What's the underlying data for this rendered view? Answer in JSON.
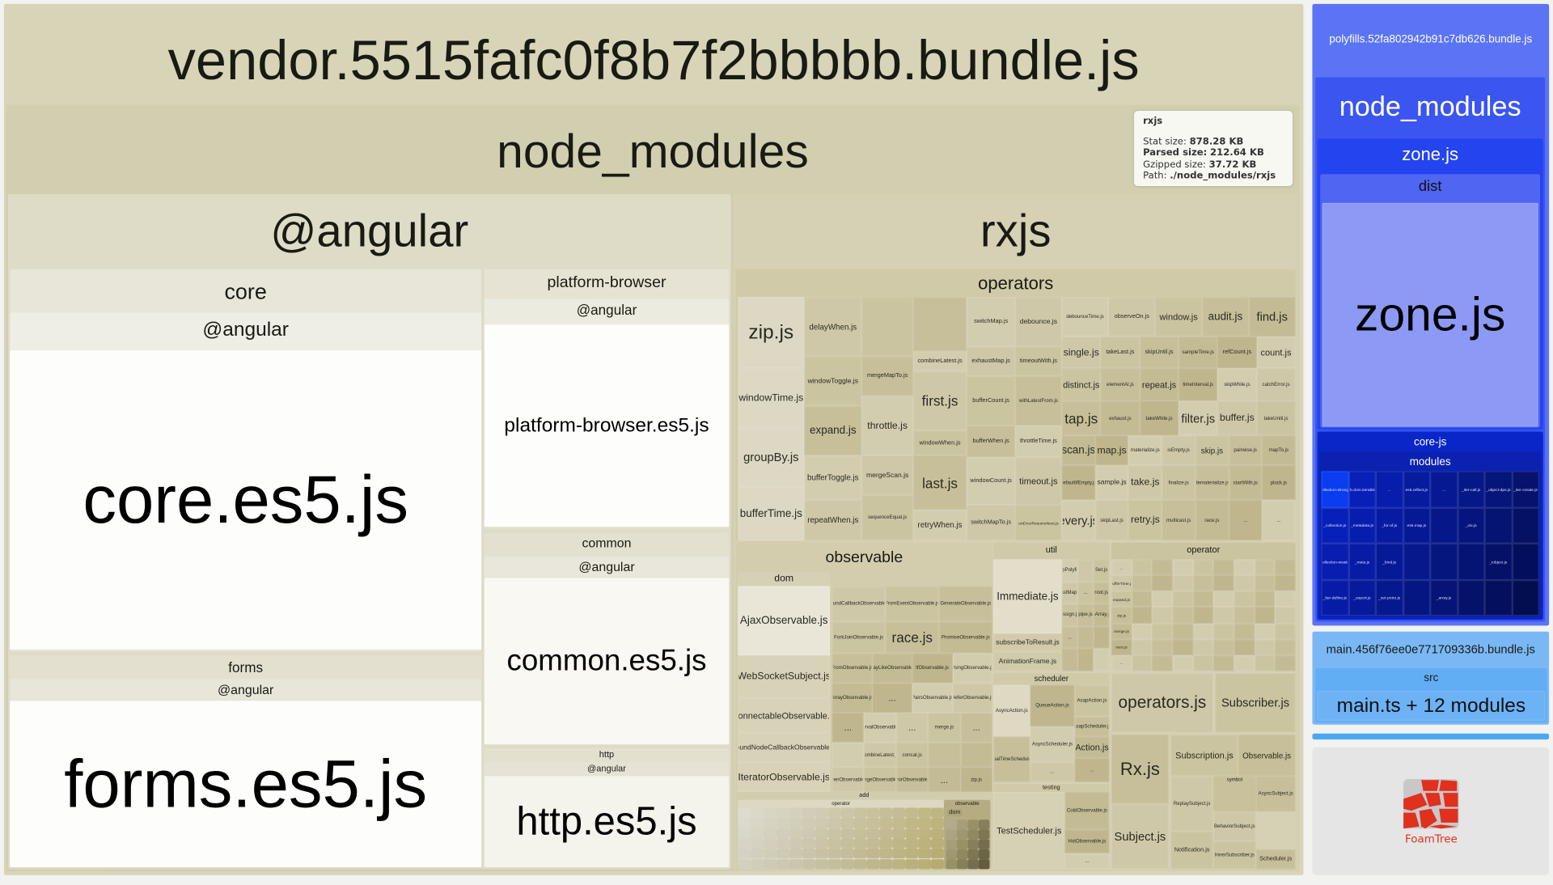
{
  "vendor": {
    "title": "vendor.5515fafc0f8b7f2bbbbb.bundle.js",
    "node_modules": "node_modules",
    "angular": {
      "title": "@angular",
      "core": {
        "title": "core",
        "scope": "@angular",
        "file": "core.es5.js"
      },
      "forms": {
        "title": "forms",
        "scope": "@angular",
        "file": "forms.es5.js"
      },
      "platform_browser": {
        "title": "platform-browser",
        "scope": "@angular",
        "file": "platform-browser.es5.js"
      },
      "common": {
        "title": "common",
        "scope": "@angular",
        "file": "common.es5.js"
      },
      "http": {
        "title": "http",
        "scope": "@angular",
        "file": "http.es5.js"
      }
    },
    "rxjs": {
      "title": "rxjs",
      "operators": {
        "title": "operators",
        "columns": [
          [
            "zip.js",
            "windowTime.js",
            "groupBy.js",
            "bufferTime.js"
          ],
          [
            "delayWhen.js",
            "windowToggle.js",
            "expand.js",
            "bufferToggle.js",
            "repeatWhen.js"
          ],
          [
            "",
            "mergeMapTo.js",
            "throttle.js",
            "mergeScan.js",
            "sequenceEqual.js"
          ],
          [
            "",
            "combineLatest.js",
            "first.js",
            "windowWhen.js",
            "last.js",
            "retryWhen.js"
          ],
          [
            "switchMap.js",
            "exhaustMap.js",
            "bufferCount.js",
            "bufferWhen.js",
            "windowCount.js",
            "switchMapTo.js"
          ],
          [
            "debounce.js",
            "timeoutWith.js",
            "withLatestFrom.js",
            "throttleTime.js",
            "timeout.js",
            "onErrorResumeNext.js"
          ]
        ],
        "rows": [
          [
            "debounceTime.js",
            "observeOn.js",
            "window.js",
            "audit.js",
            "find.js"
          ],
          [
            "single.js",
            "takeLast.js",
            "skipUntil.js",
            "sampleTime.js",
            "refCount.js",
            "count.js"
          ],
          [
            "distinct.js",
            "elementAt.js",
            "repeat.js",
            "timeInterval.js",
            "skipWhile.js",
            "catchError.js"
          ],
          [
            "tap.js",
            "exhaust.js",
            "takeWhile.js",
            "filter.js",
            "buffer.js",
            "takeUntil.js"
          ],
          [
            "scan.js",
            "map.js",
            "materialize.js",
            "isEmpty.js",
            "skip.js",
            "pairwise.js",
            "mapTo.js"
          ],
          [
            "defaultIfEmpty.js",
            "sample.js",
            "take.js",
            "finalize.js",
            "dematerialize.js",
            "startWith.js",
            "pluck.js"
          ],
          [
            "every.js",
            "skipLast.js",
            "retry.js",
            "multicast.js",
            "race.js",
            "...",
            "..."
          ]
        ]
      },
      "observable": {
        "title": "observable",
        "dom": {
          "title": "dom",
          "files": [
            "AjaxObservable.js",
            "WebSocketSubject.js",
            "ConnectableObservable.js",
            "BoundNodeCallbackObservable.js",
            "IteratorObservable.js"
          ]
        },
        "rows": [
          [
            "BoundCallbackObservable.js",
            "FromEventObservable.js",
            "GenerateObservable.js"
          ],
          [
            "ForkJoinObservable.js",
            "race.js",
            "PromiseObservable.js"
          ],
          [
            "FromObservable.js",
            "ArrayLikeObservable.js",
            "IfObservable.js",
            "UsingObservable.js"
          ],
          [
            "ArrayObservable.js",
            "...",
            "PairsObservable.js",
            "DeferObservable.js"
          ],
          [
            "...",
            "IntervalObservable.js",
            "...",
            "merge.js",
            "..."
          ],
          [
            "",
            "combineLatest.js",
            "concat.js",
            "",
            ""
          ],
          [
            "TimerObservable.js",
            "RangeObservable.js",
            "ErrorObservable.js",
            "...",
            "zip.js"
          ]
        ]
      },
      "add": {
        "title": "add",
        "operator": "operator",
        "observable": "observable",
        "dom": "dom"
      },
      "util": {
        "title": "util",
        "files": [
          "Immediate.js",
          "subscribeToResult.js",
          "AnimationFrame.js"
        ],
        "small": [
          "MapPolyfill.js",
          "",
          "Set.js",
          "FastMap.js",
          "...",
          "root.js",
          "assign.js",
          "pipe.js",
          "isArray.js",
          "...",
          "",
          "",
          "",
          "",
          ""
        ]
      },
      "operator": {
        "title": "operator",
        "small": [
          "...",
          "",
          "",
          "",
          "",
          "",
          "",
          "",
          "",
          "bufferTime.js",
          "",
          "",
          "",
          "",
          "",
          "",
          "",
          "",
          "expand.js",
          "",
          "",
          "",
          "",
          "",
          "",
          "",
          "",
          "zip.js",
          "",
          "",
          "",
          "",
          "",
          "",
          "",
          "",
          "merge.js",
          "",
          "",
          "",
          "",
          "",
          "",
          "",
          "",
          "race.js",
          "",
          "",
          "",
          "",
          "",
          "",
          "",
          "",
          "...",
          "",
          "",
          "",
          "",
          "",
          "",
          "",
          ""
        ]
      },
      "scheduler": {
        "title": "scheduler",
        "files": [
          "AsyncAction.js",
          "VirtualTimeScheduler.js",
          "...",
          "QueueAction.js",
          "AsyncScheduler.js",
          "...",
          "AsapAction.js",
          "AsapScheduler.js",
          "Action.js",
          "..."
        ]
      },
      "testing": {
        "title": "testing",
        "files": [
          "TestScheduler.js",
          "ColdObservable.js",
          "HotObservable.js",
          "..."
        ]
      },
      "root_files": [
        "operators.js",
        "Subscriber.js",
        "Rx.js",
        "Subject.js",
        "Subscription.js",
        "Observable.js",
        "ReplaySubject.js",
        "Notification.js",
        "AsyncSubject.js",
        "BehaviorSubject.js",
        "InnerSubscriber.js",
        "Scheduler.js"
      ],
      "symbol": "symbol"
    }
  },
  "tooltip": {
    "title": "rxjs",
    "stat_label": "Stat size:",
    "stat_value": "878.28 KB",
    "parsed_label": "Parsed size:",
    "parsed_value": "212.64 KB",
    "gzip_label": "Gzipped size:",
    "gzip_value": "37.72 KB",
    "path_label": "Path:",
    "path_value": "./node_modules/rxjs"
  },
  "polyfills": {
    "title": "polyfills.52fa802942b91c7db626.bundle.js",
    "node_modules": "node_modules",
    "zone": {
      "title": "zone.js",
      "dist": "dist",
      "file": "zone.js"
    },
    "corejs": {
      "title": "core-js",
      "modules": "modules",
      "files": [
        "_collection-strong.js",
        "web.dom.iterable.js",
        "...",
        "es6.reflect.js",
        "...",
        "_iter-call.js",
        "_object-dps.js",
        "_iter-create.js",
        "_collection.js",
        "_metadata.js",
        "_for-of.js",
        "es6.map.js",
        "",
        "_ctx.js",
        "",
        "",
        "_collection-weak.js",
        "_meta.js",
        "_bind.js",
        "",
        "",
        "",
        "_iobject.js",
        "",
        "_iter-define.js",
        "_export.js",
        "_set-proto.js",
        "",
        "_array.js",
        "",
        "",
        ""
      ]
    }
  },
  "main": {
    "title": "main.456f76ee0e771709336b.bundle.js",
    "src": "src",
    "file": "main.ts + 12 modules"
  },
  "foamtree": {
    "logo_text": "FoamTree"
  },
  "colors": {
    "vendor": "#d8d4b8",
    "rxjs": "#d2cdae",
    "polyfills": "#5b74f5",
    "main": "#7ab8f5",
    "foamtree": "#e0301e"
  }
}
